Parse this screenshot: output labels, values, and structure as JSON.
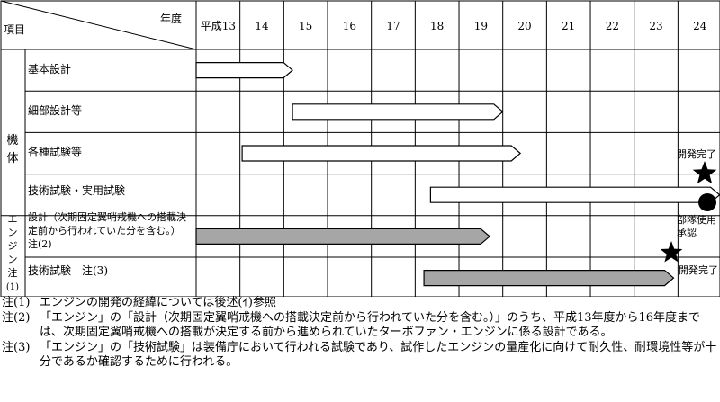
{
  "header": {
    "year_label": "年度",
    "item_label": "項目"
  },
  "years": [
    "平成13",
    "14",
    "15",
    "16",
    "17",
    "18",
    "19",
    "20",
    "21",
    "22",
    "23",
    "24"
  ],
  "groups": [
    {
      "name": "machine-body",
      "label": "機体"
    },
    {
      "name": "engine",
      "label": "エンジン注(1)"
    }
  ],
  "rows": [
    {
      "label": "基本設計"
    },
    {
      "label": "細部設計等"
    },
    {
      "label": "各種試験等"
    },
    {
      "label": "技術試験・実用試験"
    },
    {
      "label": "設計（次期固定翼哨戒機への搭載決定前から行われていた分を含む。）注(2)"
    },
    {
      "label": "技術試験　注(3)"
    }
  ],
  "bars": [
    {
      "row": 0,
      "start": 0.0,
      "end": 2.2,
      "fill": "#ffffff"
    },
    {
      "row": 1,
      "start": 2.2,
      "end": 7.0,
      "fill": "#ffffff"
    },
    {
      "row": 2,
      "start": 1.05,
      "end": 7.4,
      "fill": "#ffffff"
    },
    {
      "row": 3,
      "start": 5.35,
      "end": 11.95,
      "fill": "#ffffff"
    },
    {
      "row": 4,
      "start": 0.0,
      "end": 6.7,
      "fill": "#a6a6a6"
    },
    {
      "row": 5,
      "start": 5.2,
      "end": 10.9,
      "fill": "#a6a6a6"
    }
  ],
  "markers": [
    {
      "type": "star",
      "label": "開発完了"
    },
    {
      "type": "circle",
      "label": "部隊使用承認"
    },
    {
      "type": "star",
      "label": "開発完了"
    }
  ],
  "notes": [
    {
      "label": "注(1)",
      "text": "エンジンの開発の経緯については後述(ｲ)参照"
    },
    {
      "label": "注(2)",
      "text": "「エンジン」の「設計（次期固定翼哨戒機への搭載決定前から行われていた分を含む。）」のうち、平成13年度から16年度までは、次期固定翼哨戒機への搭載が決定する前から進められていたターボファン・エンジンに係る設計である。"
    },
    {
      "label": "注(3)",
      "text": "「エンジン」の「技術試験」は装備庁において行われる試験であり、試作したエンジンの量産化に向けて耐久性、耐環境性等が十分であるか確認するために行われる。"
    }
  ]
}
